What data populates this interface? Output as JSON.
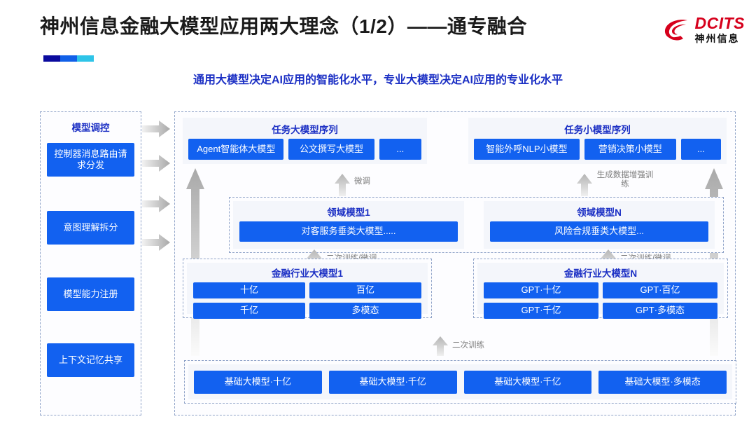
{
  "header": {
    "title": "神州信息金融大模型应用两大理念（1/2）——通专融合",
    "subtitle": "通用大模型决定AI应用的智能化水平，专业大模型决定AI应用的专业化水平",
    "logo": {
      "en": "DCITS",
      "cn": "神州信息",
      "mark": "dcits-swirl-icon"
    },
    "accent_colors": [
      "#0b0b9e",
      "#1160e8",
      "#2ec4e8"
    ]
  },
  "colors": {
    "brand_blue": "#1261f0",
    "title_blue": "#1b2fc4",
    "panel_bg": "#f4f6fb",
    "dashed_border": "#8fa3c8",
    "arrow_gray": "#b8b8b8",
    "logo_red": "#d6001c"
  },
  "left_column": {
    "title": "模型调控",
    "items": [
      {
        "label": "控制器消息路由请求分发"
      },
      {
        "label": "意图理解拆分"
      },
      {
        "label": "模型能力注册"
      },
      {
        "label": "上下文记忆共享"
      }
    ]
  },
  "task_sequences": [
    {
      "name": "big-model-sequence",
      "title": "任务大模型序列",
      "items": [
        "Agent智能体大模型",
        "公文撰写大模型",
        "..."
      ]
    },
    {
      "name": "small-model-sequence",
      "title": "任务小模型序列",
      "items": [
        "智能外呼NLP小模型",
        "营销决策小模型",
        "..."
      ]
    }
  ],
  "domain_models": [
    {
      "title": "领域模型1",
      "item": "对客服务垂类大模型....."
    },
    {
      "title": "领域模型N",
      "item": "风险合规垂类大模型..."
    }
  ],
  "industry_models": [
    {
      "title": "金融行业大模型1",
      "items": [
        "十亿",
        "百亿",
        "千亿",
        "多模态"
      ]
    },
    {
      "title": "金融行业大模型N",
      "items": [
        "GPT·十亿",
        "GPT·百亿",
        "GPT·千亿",
        "GPT·多模态"
      ]
    }
  ],
  "base_models": {
    "items": [
      "基础大模型·十亿",
      "基础大模型·千亿",
      "基础大模型·千亿",
      "基础大模型·多模态"
    ]
  },
  "arrow_labels": {
    "finetune": "微调",
    "data_aug": "生成数据增强训练",
    "retrain_finetune_left": "二次训练/微调",
    "retrain_finetune_right": "二次训练/微调",
    "retrain": "二次训练"
  }
}
